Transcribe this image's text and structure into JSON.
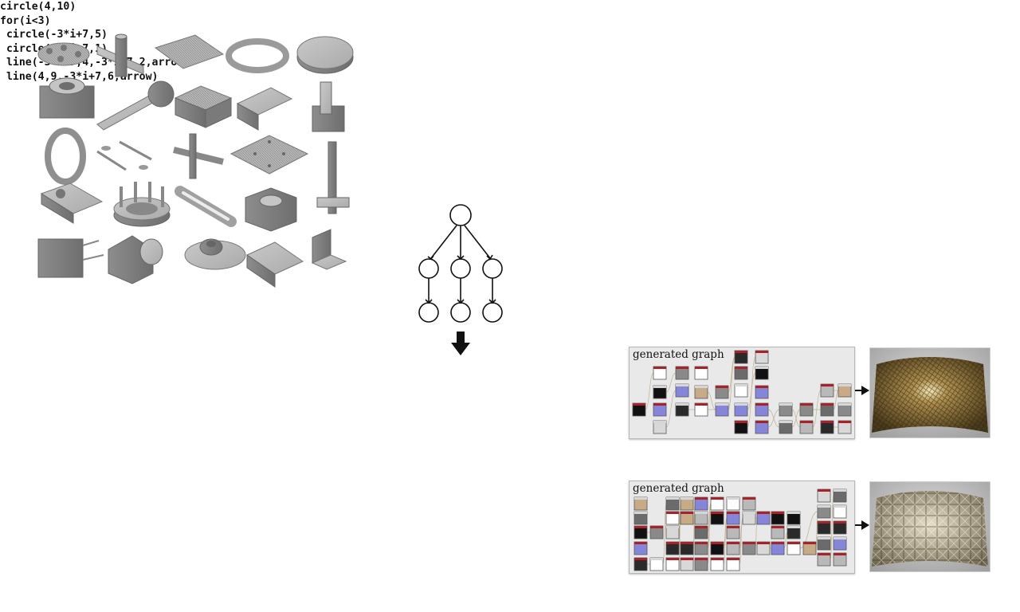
{
  "figure": {
    "code_lines": [
      "circle(4,10)",
      "for(i<3)",
      " circle(-3*i+7,5)",
      " circle(-3*i+7,1)",
      " line(-3*i+7,4,-3*i+7,2,arrow)",
      " line(4,9,-3*i+7,6,arrow)"
    ],
    "graphs": [
      {
        "title": "generated graph"
      },
      {
        "title": "generated graph"
      }
    ],
    "colors": {
      "part_gray": "#9a9a9a",
      "panel_bg": "#e9e9e9",
      "node_header_red": "#a5242c",
      "node_purple": "#8585d9",
      "node_tan": "#c7aa86",
      "material_1": "#8a6d36",
      "material_2": "#b8ad93"
    },
    "icons": {
      "down_arrow": "down-arrow-icon",
      "right_arrow": "right-arrow-icon"
    }
  }
}
